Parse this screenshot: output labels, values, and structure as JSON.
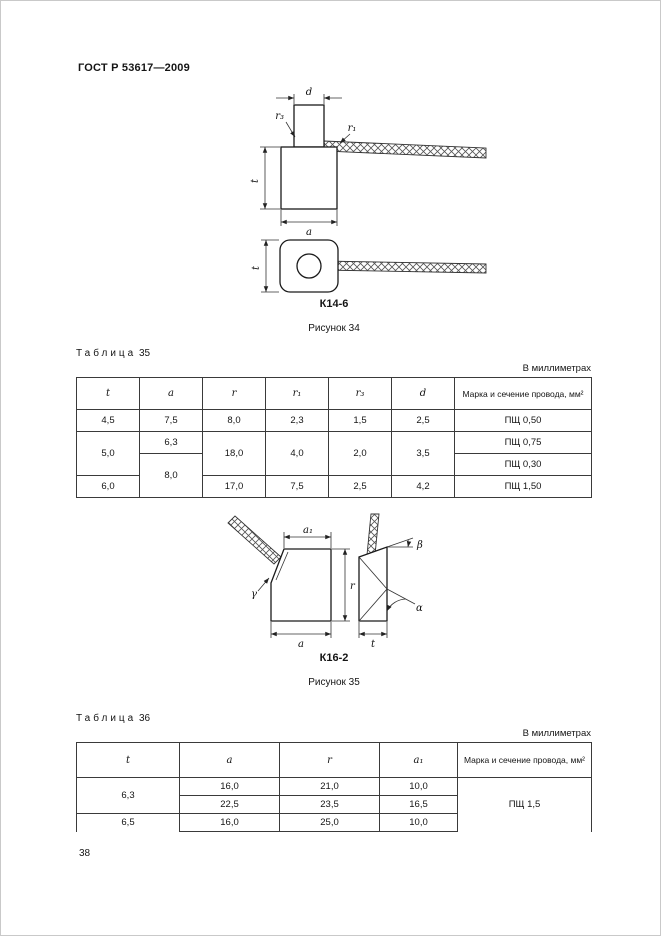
{
  "page": {
    "header": "ГОСТ Р 53617—2009",
    "number": "38"
  },
  "figure34": {
    "label": "К14-6",
    "caption": "Рисунок 34",
    "dims": {
      "d": "d",
      "r3": "r₃",
      "r1": "r₁",
      "t": "t",
      "a": "a",
      "t2": "t"
    }
  },
  "figure35": {
    "label": "К16-2",
    "caption": "Рисунок 35",
    "dims": {
      "a1": "a₁",
      "r": "r",
      "a": "a",
      "gamma": "γ",
      "beta": "β",
      "alpha": "α",
      "t": "t"
    }
  },
  "table35": {
    "title_word": "Таблица",
    "title_num": "35",
    "units": "В миллиметрах",
    "headers": [
      "t",
      "a",
      "r",
      "r₁",
      "r₃",
      "d",
      "Марка и сечение провода, мм²"
    ],
    "rows": [
      [
        "4,5",
        "7,5",
        "8,0",
        "2,3",
        "1,5",
        "2,5",
        "ПЩ 0,50"
      ],
      [
        "5,0",
        "6,3",
        "18,0",
        "4,0",
        "2,0",
        "3,5",
        "ПЩ 0,75"
      ],
      [
        "",
        "8,0",
        "",
        "",
        "",
        "",
        "ПЩ 0,30"
      ],
      [
        "6,0",
        "",
        "17,0",
        "7,5",
        "2,5",
        "4,2",
        "ПЩ 1,50"
      ]
    ]
  },
  "table36": {
    "title_word": "Таблица",
    "title_num": "36",
    "units": "В миллиметрах",
    "headers": [
      "t",
      "a",
      "r",
      "a₁",
      "Марка и сечение провода, мм²"
    ],
    "rows": [
      [
        "6,3",
        "16,0",
        "21,0",
        "10,0",
        "ПЩ 1,5"
      ],
      [
        "",
        "22,5",
        "23,5",
        "16,5",
        ""
      ],
      [
        "6,5",
        "16,0",
        "25,0",
        "10,0",
        ""
      ]
    ]
  }
}
